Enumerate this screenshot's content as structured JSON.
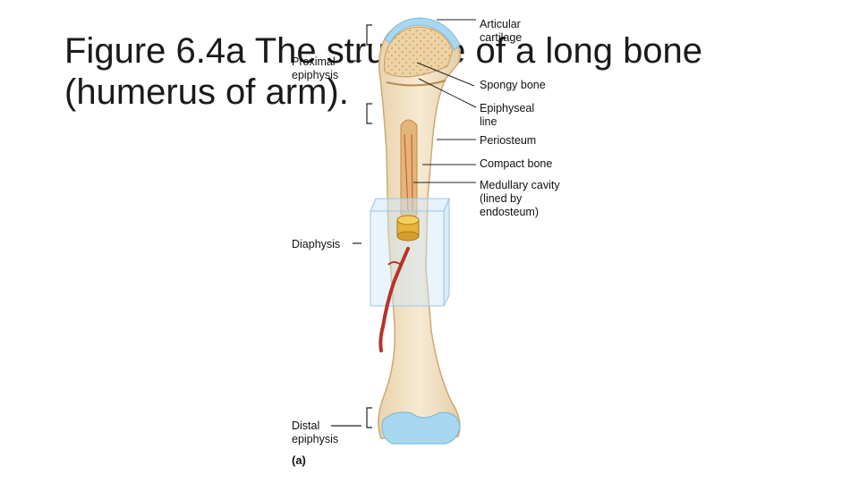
{
  "title": {
    "line1": "Figure 6.4a The structure of a long bone",
    "line2": "(humerus of arm)."
  },
  "figure_letter": "(a)",
  "labels": {
    "articular_cartilage": "Articular cartilage",
    "spongy_bone": "Spongy bone",
    "epiphyseal_line": "Epiphyseal line",
    "periosteum": "Periosteum",
    "compact_bone": "Compact bone",
    "medullary_cavity": "Medullary cavity (lined by endosteum)",
    "proximal_epiphysis": "Proximal epiphysis",
    "diaphysis": "Diaphysis",
    "distal_epiphysis": "Distal epiphysis"
  },
  "colors": {
    "bone": "#f3e2c6",
    "spongy": "#e8c99a",
    "cartilage": "#a8d8ef",
    "marrow": "#d9a24a",
    "artery": "#b8322a",
    "inset_box": "#cfe6f7"
  }
}
